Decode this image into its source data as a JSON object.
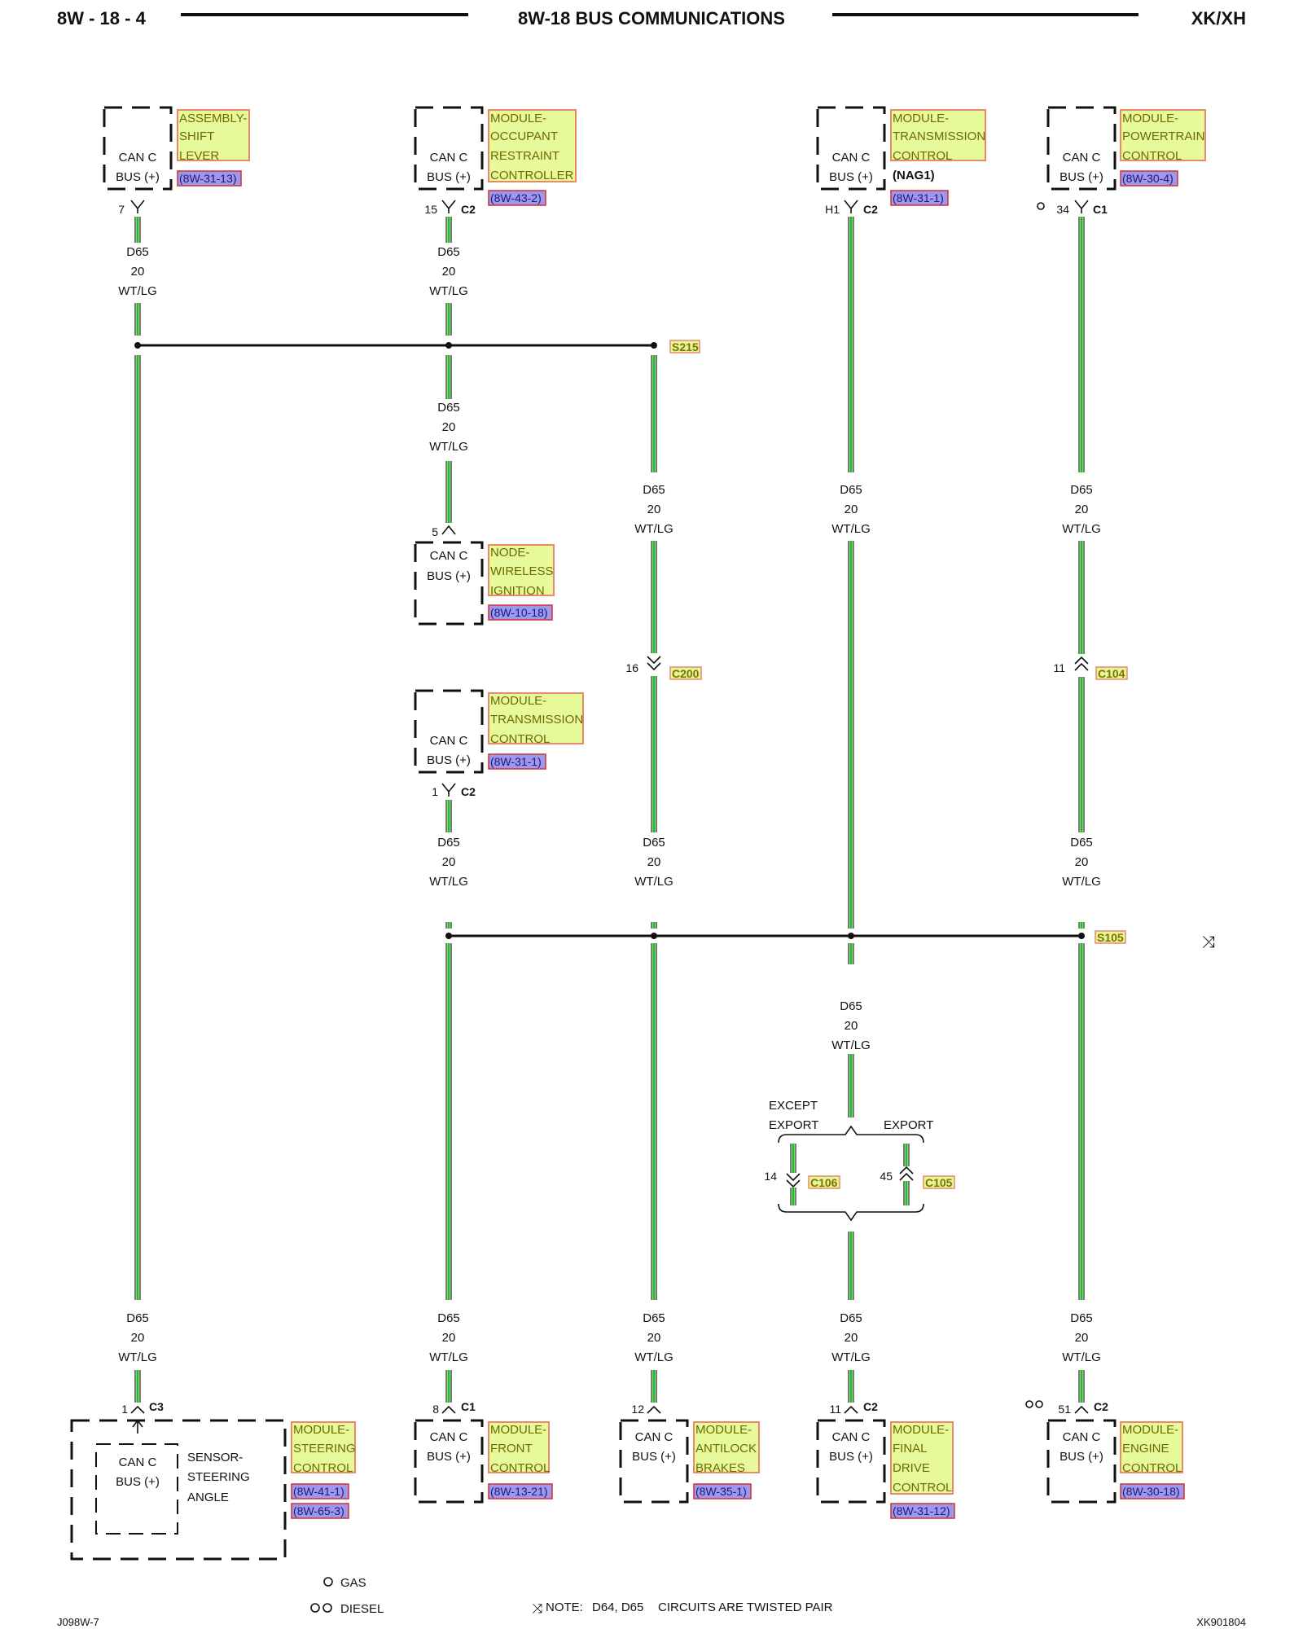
{
  "header": {
    "page_id": "8W - 18 - 4",
    "title": "8W-18 BUS COMMUNICATIONS",
    "model": "XK/XH"
  },
  "wire": {
    "circuit": "D65",
    "gauge": "20",
    "color": "WT/LG"
  },
  "bus_labels": {
    "line1": "CAN C",
    "line2": "BUS (+)"
  },
  "top_modules": [
    {
      "lines": [
        "ASSEMBLY-",
        "SHIFT",
        "LEVER"
      ],
      "ref": "(8W-31-13)",
      "pin": "7",
      "connector": ""
    },
    {
      "lines": [
        "MODULE-",
        "OCCUPANT",
        "RESTRAINT",
        "CONTROLLER"
      ],
      "ref": "(8W-43-2)",
      "pin": "15",
      "connector": "C2"
    },
    {
      "lines": [
        "MODULE-",
        "TRANSMISSION",
        "CONTROL"
      ],
      "note": "(NAG1)",
      "ref": "(8W-31-1)",
      "pin": "H1",
      "connector": "C2"
    },
    {
      "lines": [
        "MODULE-",
        "POWERTRAIN",
        "CONTROL"
      ],
      "ref": "(8W-30-4)",
      "pin": "34",
      "connector": "C1"
    }
  ],
  "mid_modules": [
    {
      "lines": [
        "NODE-",
        "WIRELESS",
        "IGNITION"
      ],
      "ref": "(8W-10-18)",
      "pin": "5"
    },
    {
      "lines": [
        "MODULE-",
        "TRANSMISSION",
        "CONTROL"
      ],
      "ref": "(8W-31-1)",
      "pin": "1",
      "connector": "C2"
    }
  ],
  "splices": {
    "top": "S215",
    "mid": "S105"
  },
  "inline_connectors": {
    "c200": {
      "pin": "16",
      "name": "C200"
    },
    "c104": {
      "pin": "11",
      "name": "C104"
    },
    "c106": {
      "pin": "14",
      "name": "C106"
    },
    "c105": {
      "pin": "45",
      "name": "C105"
    }
  },
  "options": {
    "except_export": [
      "EXCEPT",
      "EXPORT"
    ],
    "export": "EXPORT"
  },
  "bottom_modules": [
    {
      "lines": [
        "MODULE-",
        "STEERING",
        "CONTROL"
      ],
      "refs": [
        "(8W-41-1)",
        "(8W-65-3)"
      ],
      "pin": "1",
      "connector": "C3",
      "sensor": [
        "SENSOR-",
        "STEERING",
        "ANGLE"
      ]
    },
    {
      "lines": [
        "MODULE-",
        "FRONT",
        "CONTROL"
      ],
      "refs": [
        "(8W-13-21)"
      ],
      "pin": "8",
      "connector": "C1"
    },
    {
      "lines": [
        "MODULE-",
        "ANTILOCK",
        "BRAKES"
      ],
      "refs": [
        "(8W-35-1)"
      ],
      "pin": "12",
      "connector": ""
    },
    {
      "lines": [
        "MODULE-",
        "FINAL",
        "DRIVE",
        "CONTROL"
      ],
      "refs": [
        "(8W-31-12)"
      ],
      "pin": "11",
      "connector": "C2"
    },
    {
      "lines": [
        "MODULE-",
        "ENGINE",
        "CONTROL"
      ],
      "refs": [
        "(8W-30-18)"
      ],
      "pin": "51",
      "connector": "C2"
    }
  ],
  "legend": {
    "gas": "GAS",
    "diesel": "DIESEL"
  },
  "footer": {
    "note_label": "NOTE:",
    "note_circuits": "D64, D65",
    "note_text": "CIRCUITS ARE TWISTED PAIR",
    "left_code": "J098W-7",
    "right_code": "XK901804"
  }
}
